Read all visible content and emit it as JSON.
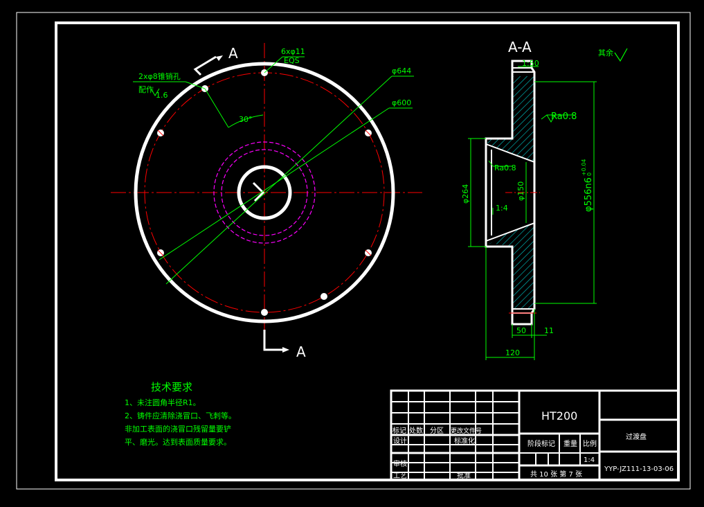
{
  "colors": {
    "background": "#000000",
    "outline": "#ffffff",
    "dimension": "#00ff00",
    "center_line": "#ff0000",
    "hidden_line": "#ff00ff",
    "hatch": "#00bcbc"
  },
  "front_view": {
    "section_mark_top": "A",
    "section_mark_bottom": "A",
    "holes_label": "6xφ11",
    "holes_eqs": "EQS",
    "pin_holes_label": "2xφ8锥销孔",
    "pin_holes_note": "配作",
    "pin_holes_roughness": "1.6",
    "angle_label": "30°",
    "outer_dia": "φ644",
    "bolt_circle_dia": "φ600"
  },
  "section_view": {
    "title": "A-A",
    "chamfer_top": "1:50",
    "roughness_right": "Ra0.8",
    "roughness_inner": "Ra0.8",
    "bore_dia": "φ264",
    "inner_dia": "φ150",
    "taper": "1:4",
    "shaft_dia": "φ556n6",
    "tol_upper": "+0.04",
    "tol_lower": "0",
    "dim_50": "50",
    "dim_11": "11",
    "dim_120": "120"
  },
  "remaining_surface": "其余",
  "tech_requirements": {
    "title": "技术要求",
    "lines": [
      "1、未注圆角半径R1。",
      "2、铸件应清除浇冒口、飞刺等。",
      "非加工表面的浇冒口残留量要铲",
      "平、磨光。达到表面质量要求。"
    ]
  },
  "title_block": {
    "material": "HT200",
    "part_name": "过渡盘",
    "drawing_no": "YYP-JZ111-13-03-06",
    "headers": [
      "标记",
      "处数",
      "分区",
      "更改文件号"
    ],
    "design": "设计",
    "standardization": "标准化",
    "review": "审核",
    "process": "工艺",
    "approve": "批准",
    "stage_mark": "阶段标记",
    "weight": "重量",
    "scale": "比例",
    "scale_value": "1:4",
    "sheets": "共 10 张  第 7 张"
  }
}
